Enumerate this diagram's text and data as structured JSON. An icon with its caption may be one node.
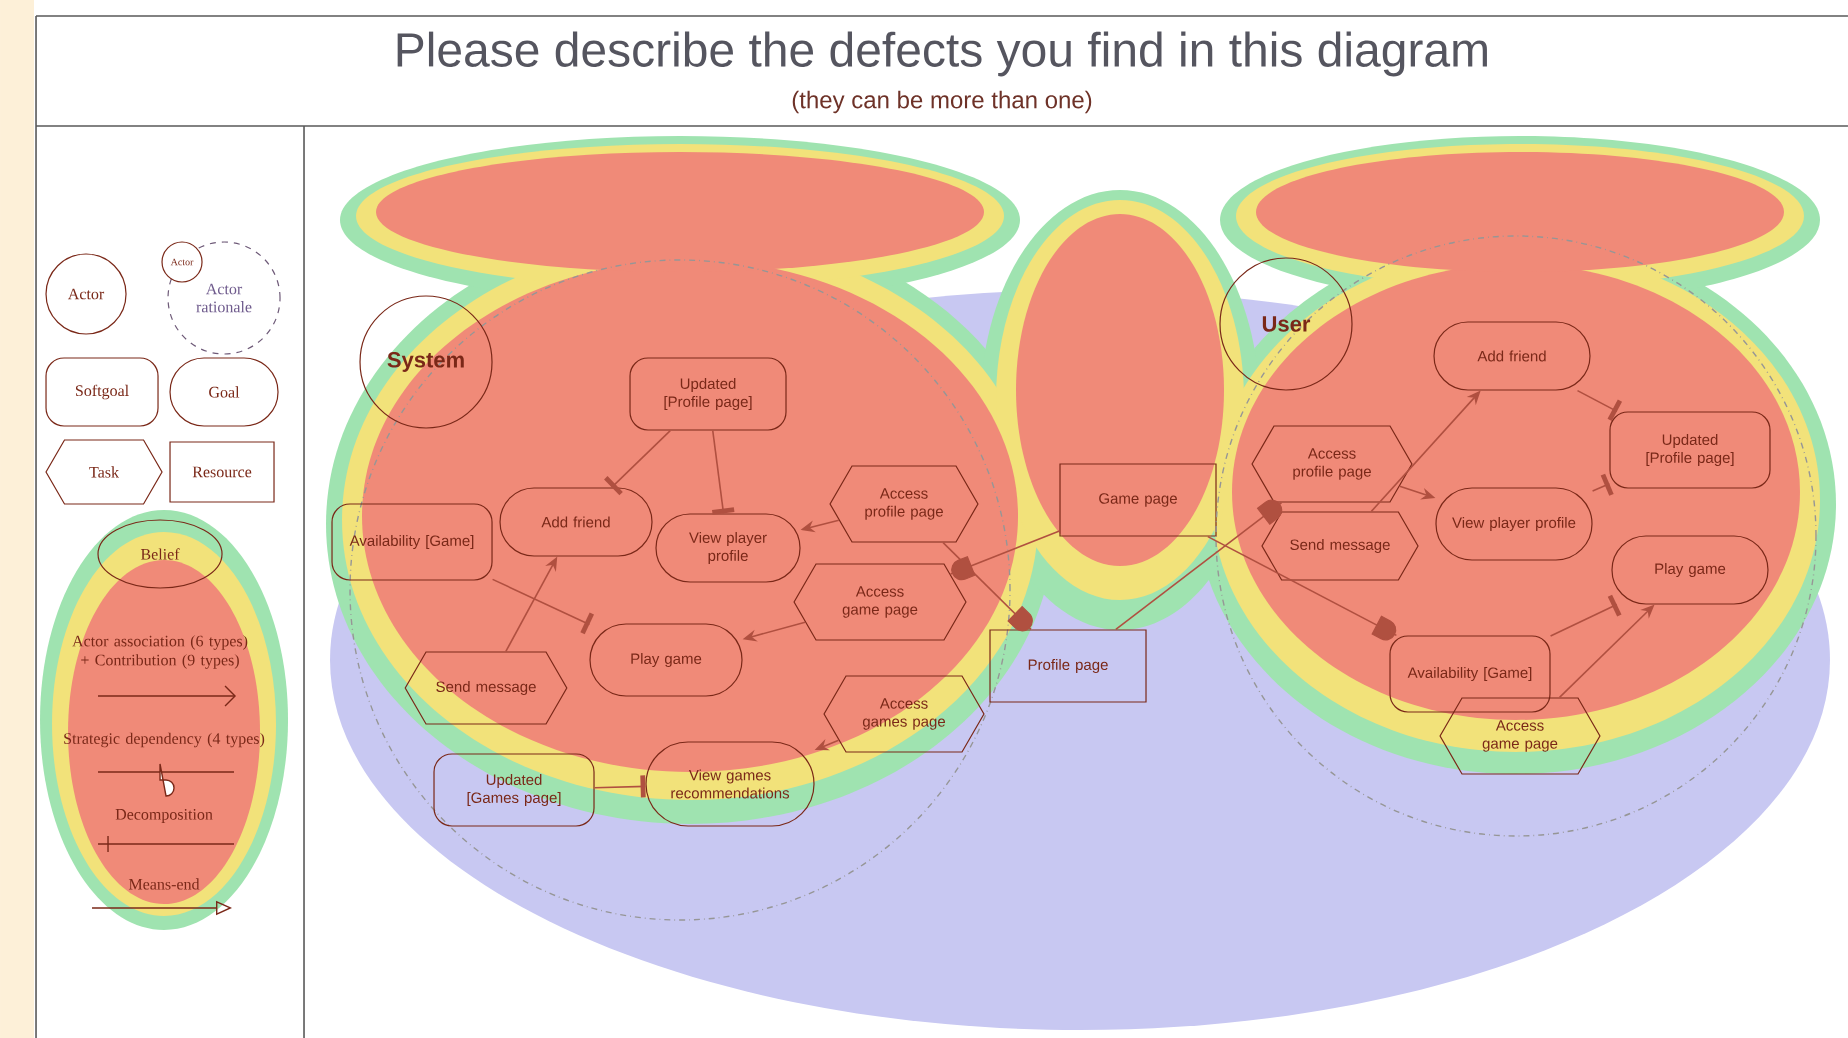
{
  "diagram": {
    "title": "Please describe the defects you find in this diagram",
    "nodes": [
      {
        "text": [
          "Actor"
        ]
      },
      {
        "text": [
          "Actor rationale"
        ]
      },
      {
        "text": [
          "Actor"
        ]
      },
      {
        "text": [
          "Softgoal"
        ]
      },
      {
        "text": [
          "Goal"
        ]
      },
      {
        "text": [
          "Task"
        ]
      },
      {
        "text": [
          "Resource"
        ]
      },
      {
        "text": [
          "Belief"
        ]
      },
      {
        "text": [],
        "shape": "circle"
      },
      {
        "text": [
          "System"
        ]
      },
      {
        "text": [
          "Updated [Profile page]"
        ],
        "in": 8
      },
      {
        "text": [
          "Add friend"
        ],
        "in": 8
      },
      {
        "text": [
          "View player profile"
        ],
        "in": 8
      },
      {
        "text": [
          "Availability [Game]"
        ],
        "in": 8
      },
      {
        "text": [
          "Access profile page"
        ],
        "in": 8
      },
      {
        "text": [
          "Access game page"
        ],
        "in": 8
      },
      {
        "text": [
          "Play game"
        ],
        "in": 8
      },
      {
        "text": [
          "Send message"
        ],
        "in": 8
      },
      {
        "text": [
          "Access games page"
        ],
        "in": 8
      },
      {
        "text": [
          "Updated [Games page]"
        ],
        "in": 8
      },
      {
        "text": [
          "View games recommendations"
        ],
        "in": 8
      },
      {
        "text": [
          "Game page"
        ]
      },
      {
        "text": [
          "Profile page"
        ]
      },
      {
        "text": [],
        "shape": "circle"
      },
      {
        "text": [
          "User"
        ]
      },
      {
        "text": [
          "Access profile page"
        ],
        "in": 23
      },
      {
        "text": [
          "Add friend"
        ],
        "in": 23
      },
      {
        "text": [
          "View player profile"
        ],
        "in": 23
      },
      {
        "text": [
          "Updated [Profile page]"
        ],
        "in": 23
      },
      {
        "text": [
          "Send message"
        ],
        "in": 23
      },
      {
        "text": [
          "Play game"
        ],
        "in": 23
      },
      {
        "text": [
          "Availability [Game]"
        ],
        "in": 23
      },
      {
        "text": [
          "Access game page"
        ],
        "in": 23
      }
    ],
    "edges": [
      {
        "from": 10,
        "to": 11,
        "arrow": "other"
      },
      {
        "from": 10,
        "to": 12,
        "arrow": "other"
      },
      {
        "from": 14,
        "to": 12,
        "arrow": "to"
      },
      {
        "from": 15,
        "to": 16,
        "arrow": "to"
      },
      {
        "from": 17,
        "to": 11,
        "arrow": "to"
      },
      {
        "from": 13,
        "to": 16,
        "arrow": "other"
      },
      {
        "from": 18,
        "to": 20,
        "arrow": "to"
      },
      {
        "from": 19,
        "to": 20,
        "arrow": "other"
      },
      {
        "from": 14,
        "to": 22,
        "arrow": "to"
      },
      {
        "from": 21,
        "to": 15,
        "arrow": "to"
      },
      {
        "from": 22,
        "to": 25,
        "arrow": "to"
      },
      {
        "from": 21,
        "to": 31,
        "arrow": "to"
      },
      {
        "from": 25,
        "to": 27,
        "arrow": "to"
      },
      {
        "from": 29,
        "to": 26,
        "arrow": "to"
      },
      {
        "from": 26,
        "to": 28,
        "arrow": "other"
      },
      {
        "from": 27,
        "to": 28,
        "arrow": "other"
      },
      {
        "from": 31,
        "to": 30,
        "arrow": "other"
      },
      {
        "from": 32,
        "to": 30,
        "arrow": "to"
      }
    ],
    "labels": [
      "(they can be more than one)"
    ],
    "legend": [
      {
        "text": "Actor association (6 types) + Contribution (9 types)"
      },
      {
        "text": "Strategic dependency (4 types)"
      },
      {
        "text": "Decomposition"
      },
      {
        "text": "Means-end"
      }
    ]
  }
}
